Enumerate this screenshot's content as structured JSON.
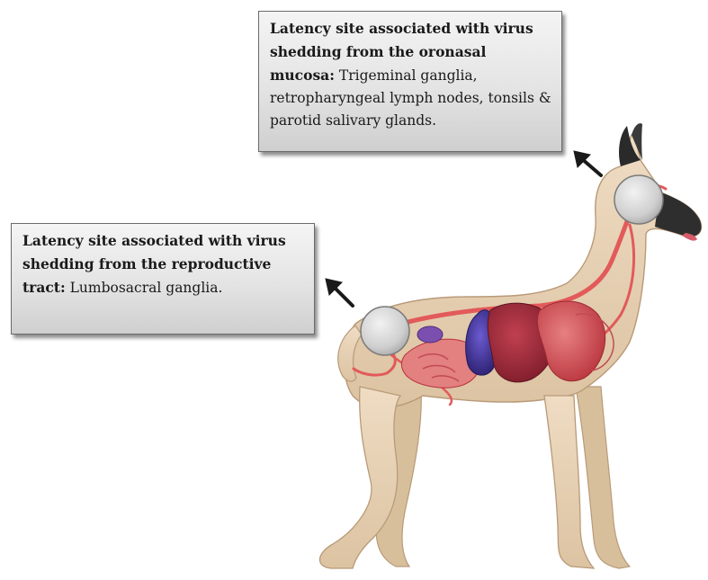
{
  "callouts": {
    "oronasal": {
      "bold_text": "Latency site associated with virus shedding from the oronasal mucosa:",
      "normal_text": " Trigeminal ganglia, retropharyngeal lymph nodes, tonsils & parotid salivary glands."
    },
    "reproductive": {
      "bold_text": "Latency site associated with virus shedding from the reproductive tract:",
      "normal_text": " Lumbosacral ganglia."
    }
  },
  "colors": {
    "dog_coat": "#e9d3b6",
    "dog_outline": "#b89a78",
    "muzzle": "#2a2a2a",
    "nerve": "#e25a5a",
    "heart": "#3d2f8f",
    "organs": "#d8545a",
    "latency_marker": "#d0d0d0",
    "arrow": "#1a1a1a"
  },
  "icons": {
    "pointer_arrow": "arrow-up-left-icon",
    "latency_marker": "circle-marker-icon"
  }
}
